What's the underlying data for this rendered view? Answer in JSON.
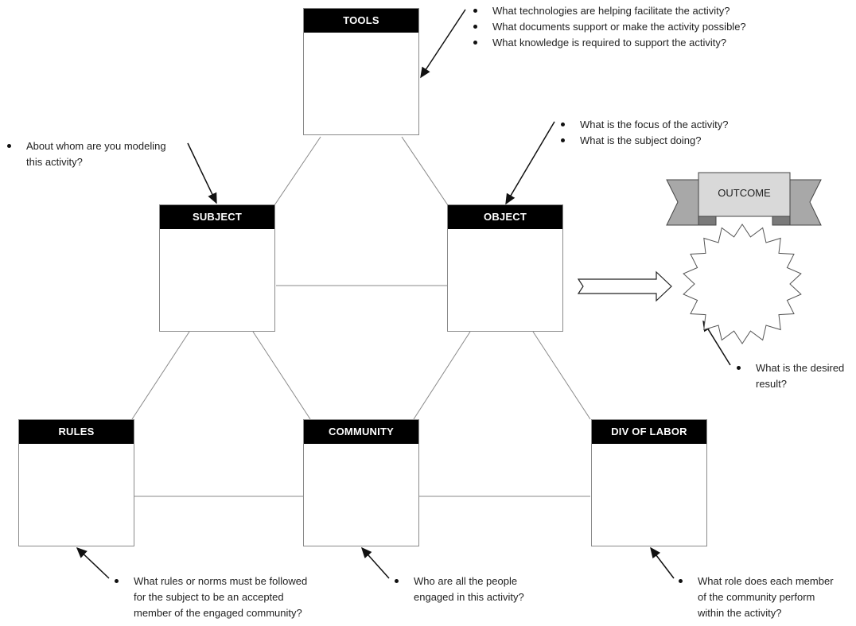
{
  "nodes": {
    "tools": "TOOLS",
    "subject": "SUBJECT",
    "object": "OBJECT",
    "rules": "RULES",
    "community": "COMMUNITY",
    "division": "DIV OF LABOR"
  },
  "outcome": "OUTCOME",
  "notes": {
    "tools": [
      "What technologies are helping facilitate the activity?",
      "What documents support or make the activity possible?",
      "What knowledge is required to support the activity?"
    ],
    "subject": [
      "About whom are you modeling",
      "this activity?"
    ],
    "object": [
      "What is the focus of the activity?",
      "What is the subject doing?"
    ],
    "outcome": [
      "What is the desired",
      "result?"
    ],
    "rules": [
      "What rules or norms must be followed",
      "for the subject to be an accepted",
      "member of the engaged community?"
    ],
    "community": [
      "Who are all the people",
      "engaged in this activity?"
    ],
    "division": [
      "What role does each member",
      "of the community perform",
      "within the activity?"
    ]
  },
  "colors": {
    "header": "#000000",
    "ribbon": "#a8a8a8",
    "ribbon_center": "#d9d9d9",
    "line": "#8a8a8a"
  }
}
